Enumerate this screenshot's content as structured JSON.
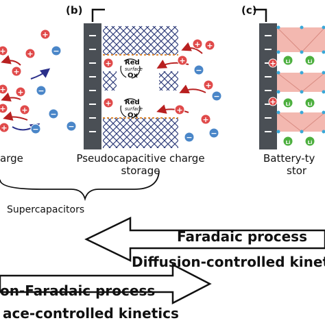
{
  "panels": [
    {
      "tag": "",
      "caption_lines": [
        "arge"
      ]
    },
    {
      "tag": "(b)",
      "caption_lines": [
        "Pseudocapacitive charge",
        "storage"
      ]
    },
    {
      "tag": "(c)",
      "caption_lines": [
        "Battery-ty",
        "stor"
      ]
    }
  ],
  "redox_labels": {
    "red": "Red",
    "surface": "surface",
    "ox": "Ox"
  },
  "ion_symbols": {
    "plus": "+",
    "minus": "−",
    "li": "Li"
  },
  "supercapacitors_label": "Supercapacitors",
  "arrows": {
    "faradaic": {
      "line1": "Faradaic process",
      "line2": "Diffusion-controlled kineti"
    },
    "non_faradaic": {
      "line1": "on-Faradaic process",
      "line2": "ace-controlled kinetics"
    }
  },
  "colors": {
    "cation": "#e04a4a",
    "anion": "#4a86c8",
    "lithium": "#4caf3e",
    "electrode": "#4a4f55",
    "red_arrow": "#b82020",
    "blue_arrow": "#2a2f8a",
    "layer_pink": "#f3b8b0",
    "mesh": "#2c3a78"
  }
}
